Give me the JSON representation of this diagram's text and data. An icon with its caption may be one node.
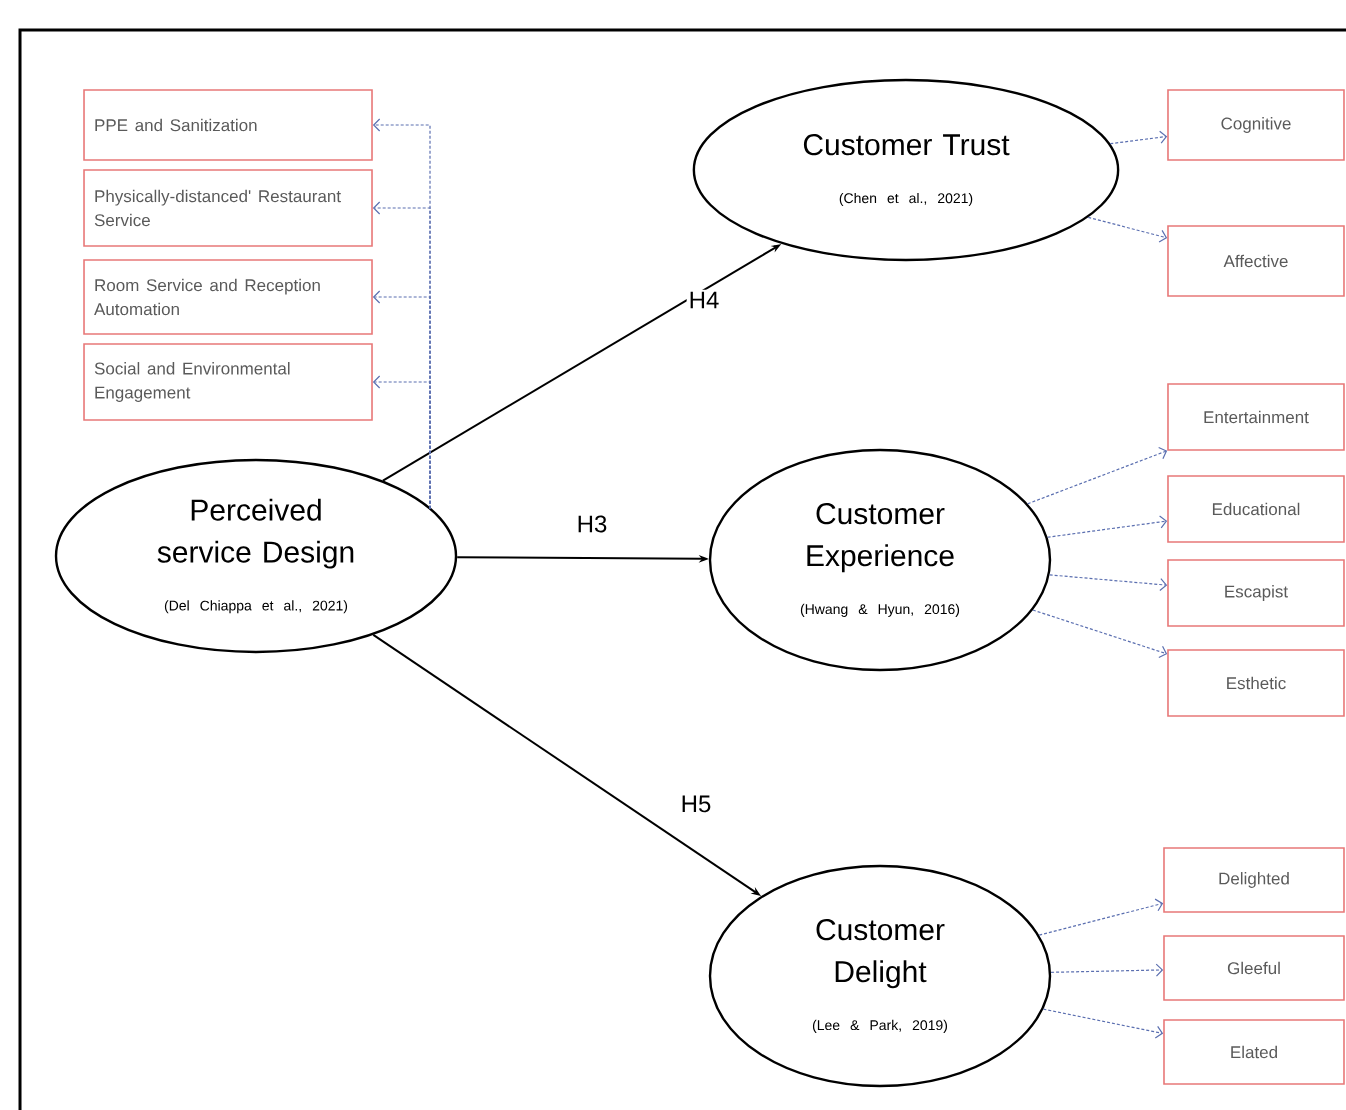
{
  "diagram": {
    "nodes": [
      {
        "text": [
          "Perceived service Design",
          "(Del Chiappa et al., 2021)"
        ]
      },
      {
        "text": [
          "PPE and Sanitization"
        ]
      },
      {
        "text": [
          "Physically-distanced' Restaurant Service"
        ]
      },
      {
        "text": [
          "Room Service and Reception Automation"
        ]
      },
      {
        "text": [
          "Social and Environmental Engagement"
        ]
      },
      {
        "text": [
          "Customer Trust",
          "(Chen et al., 2021)"
        ]
      },
      {
        "text": [
          "Cognitive"
        ]
      },
      {
        "text": [
          "Affective"
        ]
      },
      {
        "text": [
          "Customer Experience",
          "(Hwang & Hyun, 2016)"
        ]
      },
      {
        "text": [
          "Entertainment"
        ]
      },
      {
        "text": [
          "Educational"
        ]
      },
      {
        "text": [
          "Escapist"
        ]
      },
      {
        "text": [
          "Esthetic"
        ]
      },
      {
        "text": [
          "Customer Delight",
          "(Lee & Park, 2019)"
        ]
      },
      {
        "text": [
          "Delighted"
        ]
      },
      {
        "text": [
          "Gleeful"
        ]
      },
      {
        "text": [
          "Elated"
        ]
      }
    ],
    "edges": [
      {
        "from": 0,
        "to": 5,
        "arrow": "to",
        "label": "H4",
        "color": "#000000"
      },
      {
        "from": 0,
        "to": 8,
        "arrow": "to",
        "label": "H3",
        "color": "#000000"
      },
      {
        "from": 0,
        "to": 13,
        "arrow": "to",
        "label": "H5",
        "color": "#000000"
      },
      {
        "from": 0,
        "to": 1,
        "arrow": "to",
        "style": "dashed",
        "color": "#5b6fb0"
      },
      {
        "from": 0,
        "to": 2,
        "arrow": "to",
        "style": "dashed",
        "color": "#5b6fb0"
      },
      {
        "from": 0,
        "to": 3,
        "arrow": "to",
        "style": "dashed",
        "color": "#5b6fb0"
      },
      {
        "from": 0,
        "to": 4,
        "arrow": "to",
        "style": "dashed",
        "color": "#5b6fb0"
      },
      {
        "from": 5,
        "to": 6,
        "arrow": "to",
        "style": "dashed",
        "color": "#5b6fb0"
      },
      {
        "from": 5,
        "to": 7,
        "arrow": "to",
        "style": "dashed",
        "color": "#5b6fb0"
      },
      {
        "from": 8,
        "to": 9,
        "arrow": "to",
        "style": "dashed",
        "color": "#5b6fb0"
      },
      {
        "from": 8,
        "to": 10,
        "arrow": "to",
        "style": "dashed",
        "color": "#5b6fb0"
      },
      {
        "from": 8,
        "to": 11,
        "arrow": "to",
        "style": "dashed",
        "color": "#5b6fb0"
      },
      {
        "from": 8,
        "to": 12,
        "arrow": "to",
        "style": "dashed",
        "color": "#5b6fb0"
      },
      {
        "from": 13,
        "to": 14,
        "arrow": "to",
        "style": "dashed",
        "color": "#5b6fb0"
      },
      {
        "from": 13,
        "to": 15,
        "arrow": "to",
        "style": "dashed",
        "color": "#5b6fb0"
      },
      {
        "from": 13,
        "to": 16,
        "arrow": "to",
        "style": "dashed",
        "color": "#5b6fb0"
      }
    ]
  }
}
